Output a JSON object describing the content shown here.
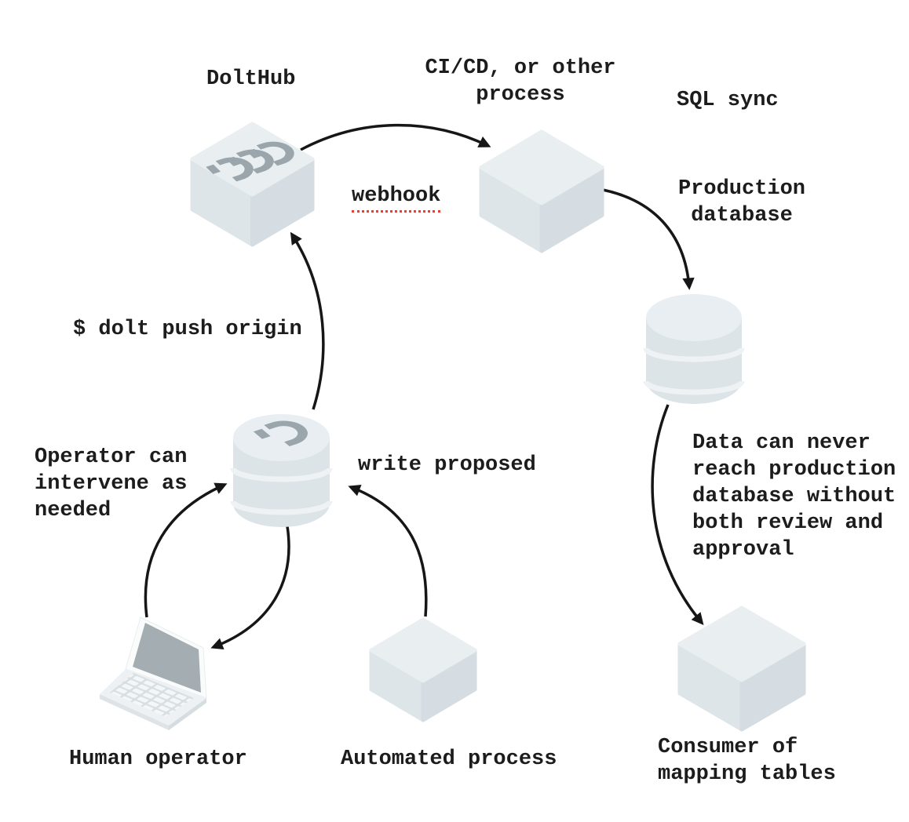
{
  "diagram": {
    "nodes": {
      "dolthub": {
        "label": "DoltHub",
        "icon": "dolthub-cube"
      },
      "cicd": {
        "label": "CI/CD, or other\nprocess",
        "icon": "cube"
      },
      "production_database": {
        "label": "Production\ndatabase",
        "icon": "database-cylinder"
      },
      "dolt_database": {
        "icon": "dolt-database-cylinder"
      },
      "human_operator": {
        "label": "Human operator",
        "icon": "laptop"
      },
      "automated_process": {
        "label": "Automated process",
        "icon": "cube"
      },
      "consumer": {
        "label": "Consumer of\nmapping tables",
        "icon": "cube"
      }
    },
    "edge_labels": {
      "webhook": "webhook",
      "sql_sync": "SQL sync",
      "dolt_push": "$ dolt push origin",
      "write_proposed": "write proposed"
    },
    "annotations": {
      "operator_note": "Operator can\nintervene as\nneeded",
      "review_note": "Data can never\nreach production\ndatabase without\nboth review and\napproval"
    },
    "colors": {
      "background": "#ffffff",
      "cube_top": "#e9eef1",
      "cube_left": "#dde5e9",
      "cube_right": "#d5dde2",
      "cylinder_top": "#e8eef1",
      "cylinder_body": "#dce4e8",
      "cylinder_gap": "#eef2f4",
      "logo_gray": "#9aa5ac",
      "arrow": "#161616",
      "text": "#1c1c1c",
      "webhook_underline": "#dd4437",
      "laptop_screen": "#a4adb2"
    }
  }
}
